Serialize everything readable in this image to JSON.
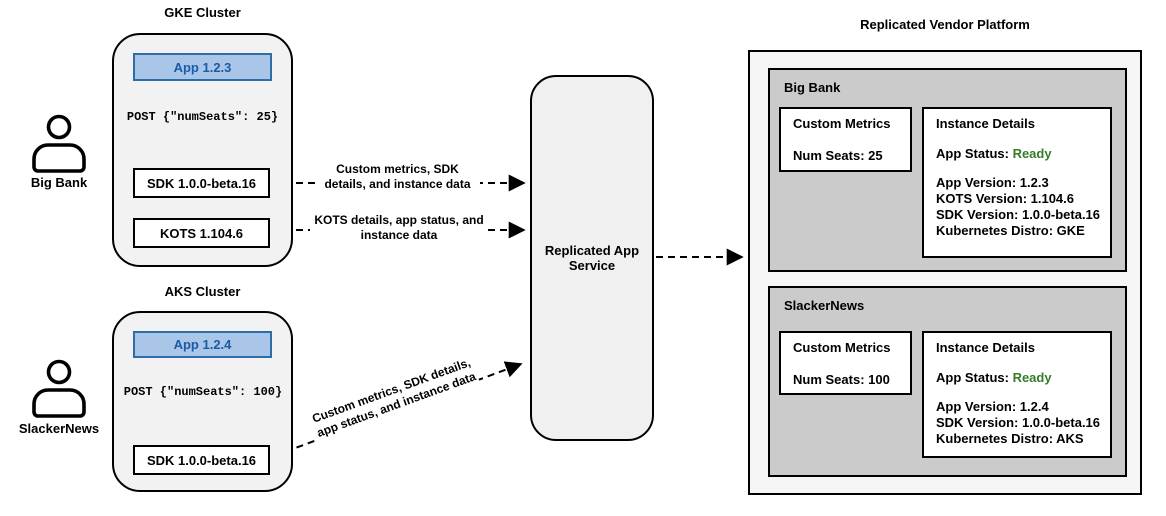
{
  "actors": {
    "big_bank": {
      "label": "Big Bank"
    },
    "slackernews": {
      "label": "SlackerNews"
    }
  },
  "gke": {
    "title": "GKE Cluster",
    "app": "App 1.2.3",
    "post": "POST {\"numSeats\": 25}",
    "sdk": "SDK 1.0.0-beta.16",
    "kots": "KOTS 1.104.6"
  },
  "aks": {
    "title": "AKS Cluster",
    "app": "App 1.2.4",
    "post": "POST {\"numSeats\": 100}",
    "sdk": "SDK 1.0.0-beta.16"
  },
  "arrows": {
    "gke_sdk": "Custom metrics, SDK details, and instance data",
    "gke_kots": "KOTS details, app status, and instance data",
    "aks_sdk": "Custom metrics, SDK details, app status, and instance data"
  },
  "service": {
    "title": "Replicated App Service"
  },
  "platform": {
    "title": "Replicated Vendor Platform",
    "tenants": [
      {
        "name": "Big Bank",
        "metrics_title": "Custom Metrics",
        "metrics_value": "Num Seats: 25",
        "details_title": "Instance Details",
        "status_label": "App Status: ",
        "status_value": "Ready",
        "lines": [
          "App Version: 1.2.3",
          "KOTS Version: 1.104.6",
          "SDK Version: 1.0.0-beta.16",
          "Kubernetes Distro: GKE"
        ]
      },
      {
        "name": "SlackerNews",
        "metrics_title": "Custom Metrics",
        "metrics_value": "Num Seats: 100",
        "details_title": "Instance Details",
        "status_label": "App Status: ",
        "status_value": "Ready",
        "lines": [
          "App Version: 1.2.4",
          "SDK Version: 1.0.0-beta.16",
          "Kubernetes Distro: AKS"
        ]
      }
    ]
  },
  "colors": {
    "status_ready": "#347D26",
    "app_fill": "#A9C6E8",
    "app_border": "#2E6DA6",
    "app_text": "#1A5BA6",
    "cluster_fill": "#F2F2F2",
    "tenant_fill": "#CBCBCB",
    "platform_fill": "#F5F5F5",
    "line_color": "#000000"
  }
}
